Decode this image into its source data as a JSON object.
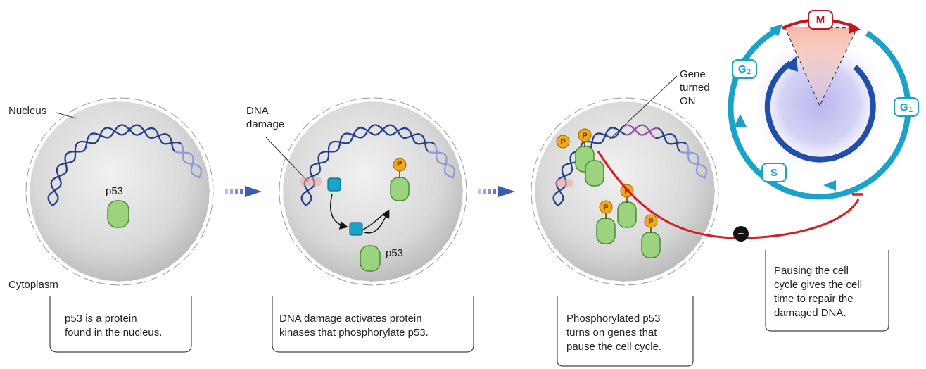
{
  "labels": {
    "nucleus": "Nucleus",
    "cytoplasm": "Cytoplasm",
    "p53_panel1": "p53",
    "dna_damage": "DNA\ndamage",
    "p53_panel2": "p53",
    "gene_turned_on": "Gene\nturned\nON",
    "phosphate": "P"
  },
  "captions": {
    "panel1": "p53 is a protein\nfound in the nucleus.",
    "panel2": "DNA damage activates protein\nkinases that phosphorylate p53.",
    "panel3": "Phosphorylated p53\nturns on genes that\npause the cell cycle.",
    "panel4": "Pausing the cell\ncycle gives the cell\ntime to repair the\ndamaged DNA."
  },
  "cell_cycle": {
    "phases": [
      {
        "id": "M",
        "label": "M",
        "sub": ""
      },
      {
        "id": "G2",
        "label": "G",
        "sub": "2"
      },
      {
        "id": "G1",
        "label": "G",
        "sub": "1"
      },
      {
        "id": "S",
        "label": "S",
        "sub": ""
      }
    ],
    "inhibition_symbol": "−"
  },
  "colors": {
    "dna_dark": "#243c8c",
    "dna_light": "#8c9ad6",
    "protein_green": "#9bd37e",
    "kinase_cyan": "#1aa3c8",
    "phosphate_orange": "#f2a81d",
    "inhibition_red": "#d41e24",
    "gene_purple": "#9b4fa8",
    "cycle_blue": "#1aa3c8",
    "cycle_dark": "#1f4fa8",
    "m_phase_red": "#c4161c"
  }
}
